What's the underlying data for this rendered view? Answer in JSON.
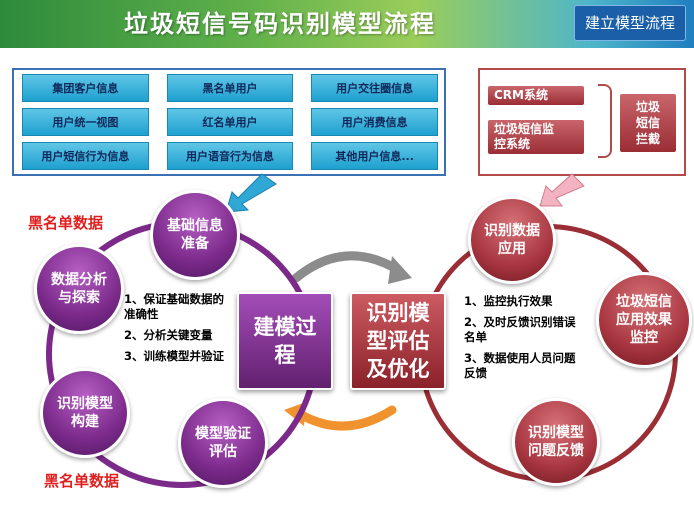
{
  "header": {
    "title": "垃圾短信号码识别模型流程",
    "tag": "建立模型流程"
  },
  "data_sources": [
    "集团客户信息",
    "黑名单用户",
    "用户交往圈信息",
    "用户统一视图",
    "红名单用户",
    "用户消费信息",
    "用户短信行为信息",
    "用户语音行为信息",
    "其他用户信息..."
  ],
  "systems": {
    "crm": "CRM系统",
    "monitor_line1": "垃圾短信监",
    "monitor_line2": "控系统",
    "result_line1": "垃圾",
    "result_line2": "短信",
    "result_line3": "拦截"
  },
  "modeling": {
    "center_line1": "建模过",
    "center_line2": "程",
    "nodes": {
      "basic_line1": "基础信息",
      "basic_line2": "准备",
      "analysis_line1": "数据分析",
      "analysis_line2": "与探索",
      "build_line1": "识别模型",
      "build_line2": "构建",
      "validate_line1": "模型验证",
      "validate_line2": "评估"
    },
    "steps": [
      "1、保证基础数据的准确性",
      "2、分析关键变量",
      "3、训练模型并验证"
    ],
    "blacklist_top": "黑名单数据",
    "blacklist_bottom": "黑名单数据"
  },
  "evaluation": {
    "center_line1": "识别模",
    "center_line2": "型评估",
    "center_line3": "及优化",
    "nodes": {
      "apply_line1": "识别数据",
      "apply_line2": "应用",
      "effect_line1": "垃圾短信",
      "effect_line2": "应用效果",
      "effect_line3": "监控",
      "feedback_line1": "识别模型",
      "feedback_line2": "问题反馈"
    },
    "steps": [
      "1、监控执行效果",
      "2、及时反馈识别错误名单",
      "3、数据使用人员问题反馈"
    ]
  },
  "colors": {
    "purple": "#7b2a8a",
    "red": "#9b2d35",
    "blue": "#1ea0cf",
    "label_red": "#e02020"
  }
}
